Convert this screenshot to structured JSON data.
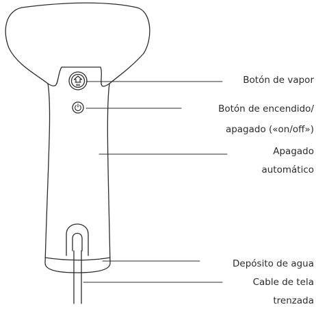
{
  "labels": {
    "steam_button": "Botón de vapor",
    "power_button": [
      "Botón de encendido/",
      "apagado («on/off»)"
    ],
    "auto_off": [
      "Apagado",
      "automático"
    ],
    "water_tank": "Depósito de agua",
    "cable": [
      "Cable de tela",
      "trenzada"
    ]
  },
  "icons": {
    "steam_button_icon": "steam-icon",
    "power_button_icon": "power-icon"
  },
  "colors": {
    "outline": "#2b2b2b",
    "text": "#2b2b2b",
    "background": "#ffffff"
  }
}
